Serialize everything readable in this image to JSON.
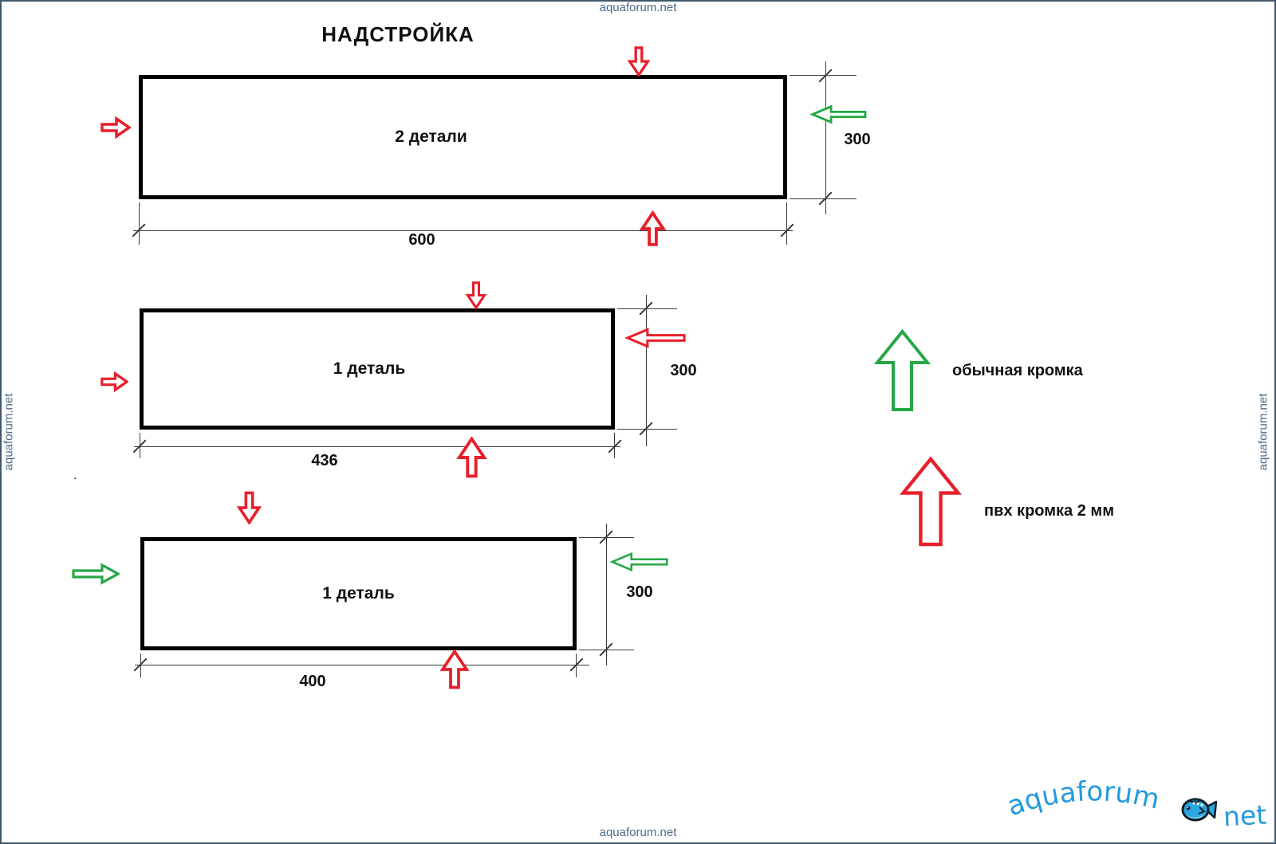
{
  "page": {
    "title": "НАДСТРОЙКА",
    "watermark": "aquaforum.net"
  },
  "colors": {
    "pvc_edge_red": "#e71f2b",
    "regular_edge_green": "#27a746",
    "part_outline": "#000000",
    "dimension_line": "#3a3a3a",
    "text_black": "#111111",
    "watermark_blue": "#4e6a87",
    "border_blue": "#44586c",
    "logo_blue": "#2599dd"
  },
  "parts": [
    {
      "label": "2 детали",
      "width_label": "600",
      "height_label": "300",
      "edges": {
        "top": "pvc_2mm",
        "bottom": "pvc_2mm",
        "left": "pvc_2mm",
        "right": "regular"
      }
    },
    {
      "label": "1 деталь",
      "width_label": "436",
      "height_label": "300",
      "edges": {
        "top": "pvc_2mm",
        "bottom": "pvc_2mm",
        "left": "pvc_2mm",
        "right": "pvc_2mm"
      }
    },
    {
      "label": "1 деталь",
      "width_label": "400",
      "height_label": "300",
      "edges": {
        "top": "pvc_2mm",
        "bottom": "pvc_2mm",
        "left": "regular",
        "right": "regular"
      }
    }
  ],
  "legend": {
    "items": [
      {
        "color": "green",
        "label": "обычная кромка"
      },
      {
        "color": "red",
        "label": "пвх кромка 2 мм"
      }
    ]
  },
  "logo": {
    "word_main": "aquaforum",
    "word_suffix": "net"
  },
  "misc": {
    "stray_mark": "."
  }
}
